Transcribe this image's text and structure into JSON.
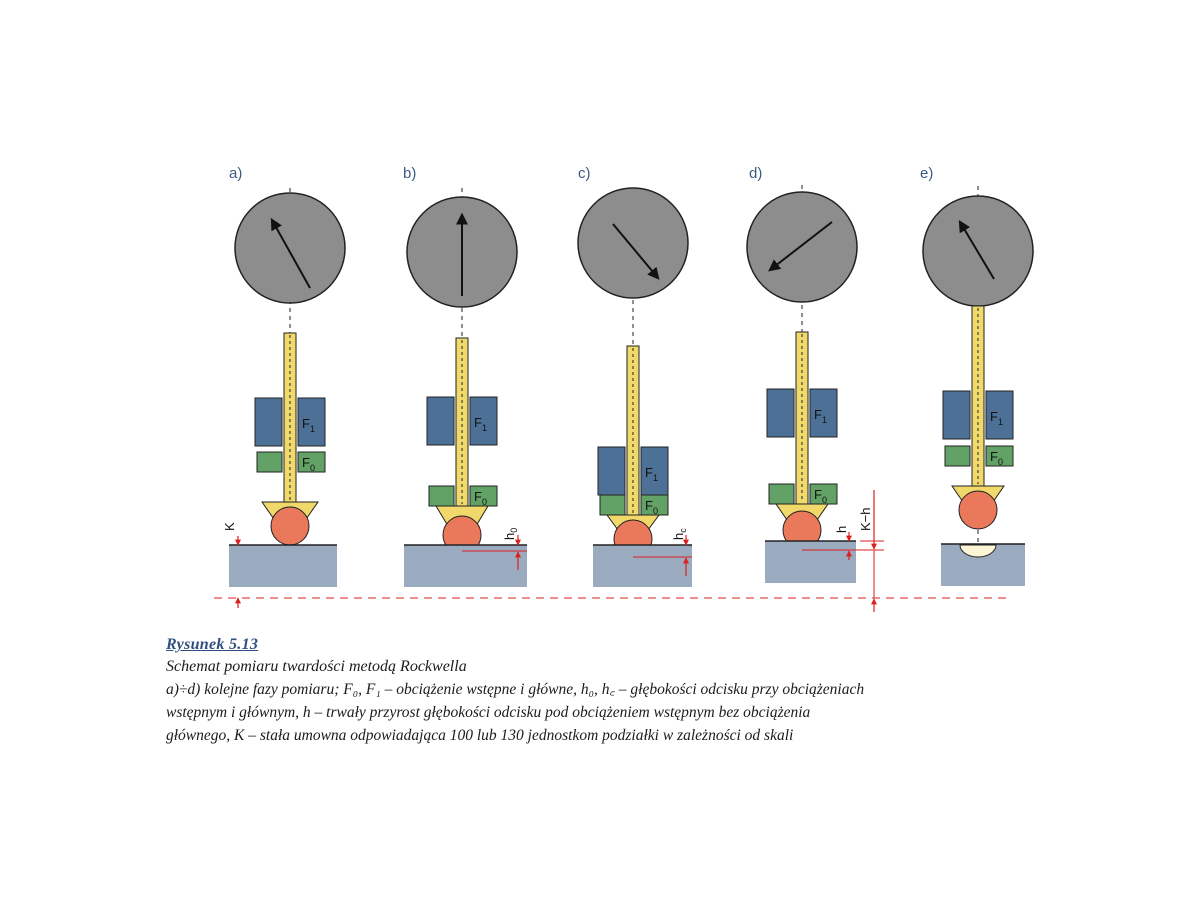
{
  "colors": {
    "gauge": "#8d8d8d",
    "rod": "#f1da6c",
    "weight_main": "#4d7196",
    "weight_pre": "#62a266",
    "ball": "#e9795a",
    "indenter_holder": "#f0d86a",
    "sample": "#9aabc0",
    "dim_line": "#dd1f1f",
    "panel_label": "#3a5a86"
  },
  "panels": [
    {
      "id": "a",
      "label": "a)",
      "needle": "up-left",
      "weights": [
        "F1",
        "F0"
      ],
      "dimension": "K"
    },
    {
      "id": "b",
      "label": "b)",
      "needle": "up",
      "weights": [
        "F1",
        "F0"
      ],
      "dimension": "h0"
    },
    {
      "id": "c",
      "label": "c)",
      "needle": "down-right",
      "weights": [
        "F1",
        "F0"
      ],
      "dimension": "hc"
    },
    {
      "id": "d",
      "label": "d)",
      "needle": "down-left",
      "weights": [
        "F1",
        "F0"
      ],
      "dimension": "h, K−h"
    },
    {
      "id": "e",
      "label": "e)",
      "needle": "up-left",
      "weights": [
        "F1",
        "F0"
      ],
      "dimension": "indent"
    }
  ],
  "labels": {
    "F": "F",
    "sub1": "1",
    "sub0": "0",
    "K": "K",
    "h": "h",
    "h0": "h",
    "h0_sub": "0",
    "hc": "h",
    "hc_sub": "c",
    "K_minus_h": "K−h"
  },
  "caption": {
    "title": "Rysunek 5.13",
    "subtitle": "Schemat pomiaru twardości metodą Rockwella",
    "lines": [
      "a)÷d) kolejne fazy pomiaru; F₀, F₁ – obciążenie wstępne i główne, h₀, h꜀ – głębokości odcisku przy obciążeniach",
      "wstępnym i głównym, h – trwały przyrost głębokości odcisku pod obciążeniem wstępnym bez obciążenia",
      "głównego, K – stała umowna odpowiadająca 100 lub 130 jednostkom podziałki w zależności od skali"
    ]
  }
}
